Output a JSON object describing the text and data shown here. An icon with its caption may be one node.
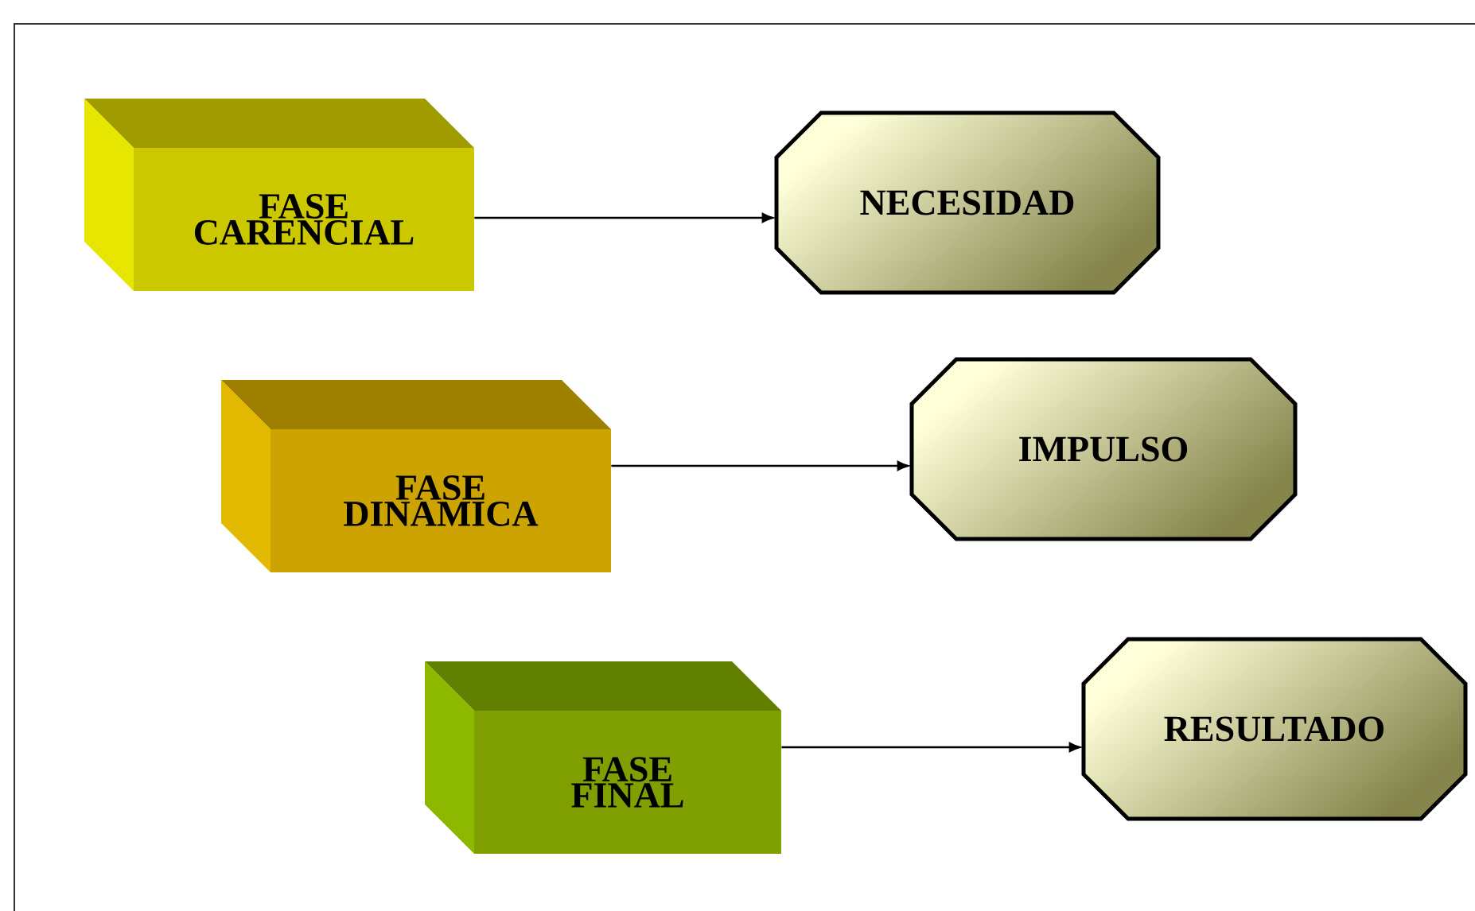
{
  "diagram": {
    "nodes": [
      {
        "text": [
          "FASE CARENCIAL"
        ]
      },
      {
        "text": [
          "FASE DINAMICA"
        ]
      },
      {
        "text": [
          "FASE FINAL"
        ]
      },
      {
        "text": [
          "NECESIDAD"
        ]
      },
      {
        "text": [
          "IMPULSO"
        ]
      },
      {
        "text": [
          "RESULTADO"
        ]
      }
    ],
    "edges": [
      {
        "from": 0,
        "to": 3,
        "arrow": "to"
      },
      {
        "from": 1,
        "to": 4,
        "arrow": "to"
      },
      {
        "from": 2,
        "to": 5,
        "arrow": "to"
      }
    ]
  }
}
